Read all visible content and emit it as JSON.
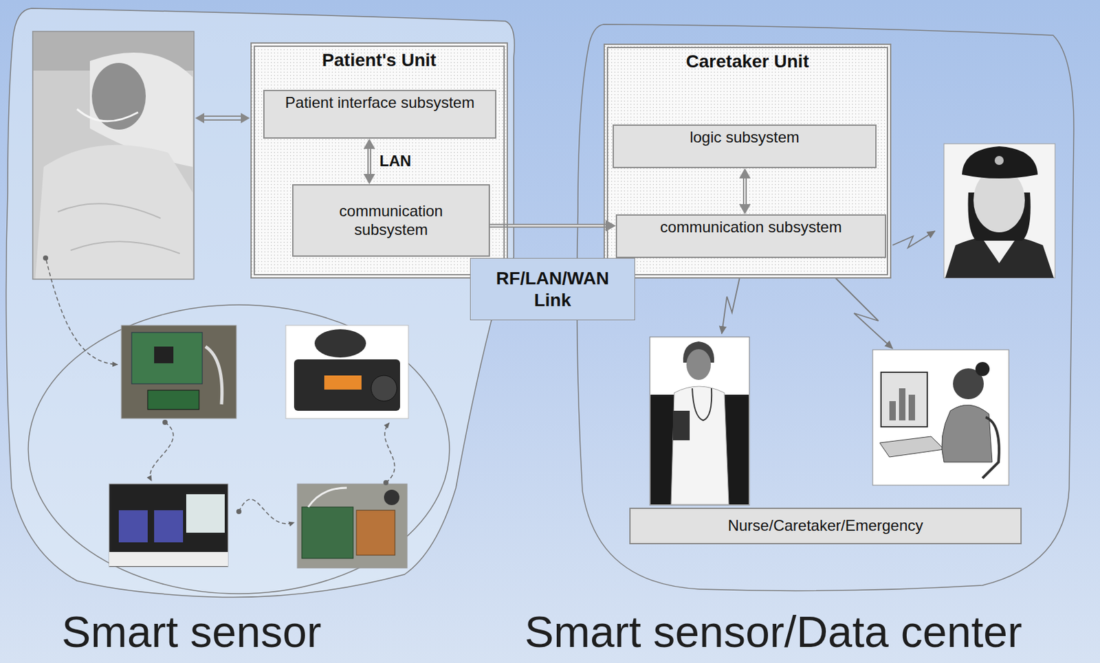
{
  "diagram": {
    "nodes": [
      {
        "text": [
          "Patient's Unit"
        ]
      },
      {
        "text": [
          "Patient interface subsystem"
        ],
        "in": 0
      },
      {
        "text": [
          "communication subsystem"
        ],
        "in": 0
      },
      {
        "text": [
          "Caretaker Unit"
        ]
      },
      {
        "text": [
          "logic subsystem"
        ],
        "in": 3
      },
      {
        "text": [
          "communication subsystem"
        ],
        "in": 3
      },
      {
        "text": [
          "RF/LAN/WAN Link"
        ]
      },
      {
        "text": [
          "Nurse/Caretaker/Emergency"
        ]
      }
    ],
    "edges": [
      {
        "from": 1,
        "to": 2,
        "arrow": "both",
        "label": "LAN"
      },
      {
        "from": 2,
        "to": 5,
        "arrow": "to"
      },
      {
        "from": 4,
        "to": 5,
        "arrow": "both"
      }
    ],
    "labels": [
      "Smart sensor",
      "Smart sensor/Data center"
    ]
  }
}
